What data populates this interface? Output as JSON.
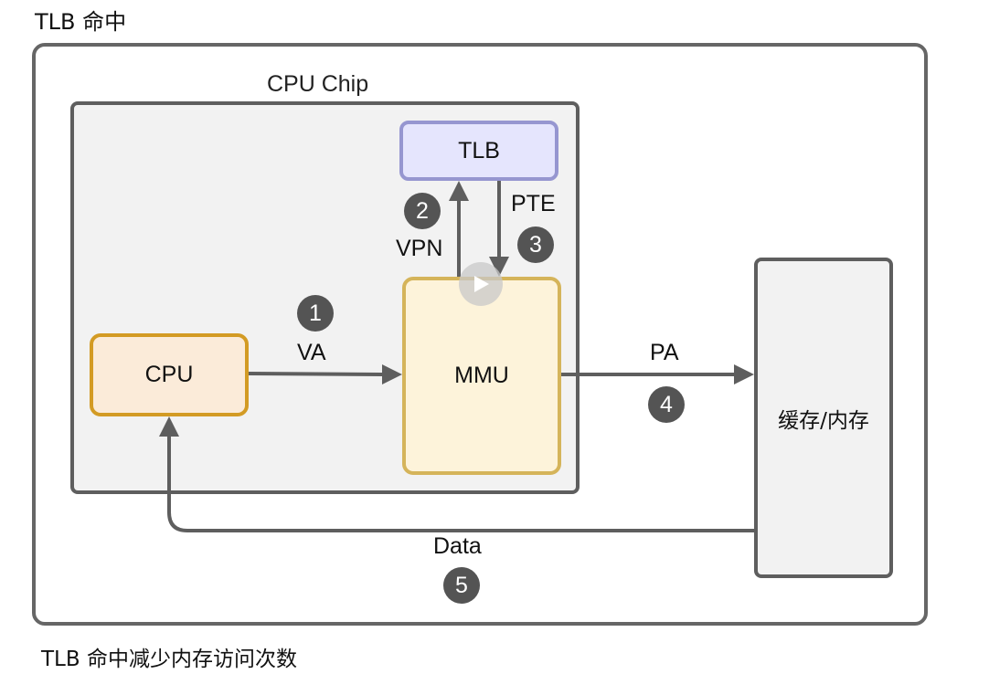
{
  "title": "TLB 命中",
  "caption": "TLB 命中减少内存访问次数",
  "diagram": {
    "container_label": "CPU Chip",
    "nodes": {
      "tlb": "TLB",
      "cpu": "CPU",
      "mmu": "MMU",
      "memory": "缓存/内存"
    },
    "edges": [
      {
        "step": "1",
        "label": "VA",
        "from": "CPU",
        "to": "MMU"
      },
      {
        "step": "2",
        "label": "VPN",
        "from": "MMU",
        "to": "TLB"
      },
      {
        "step": "3",
        "label": "PTE",
        "from": "TLB",
        "to": "MMU"
      },
      {
        "step": "4",
        "label": "PA",
        "from": "MMU",
        "to": "缓存/内存"
      },
      {
        "step": "5",
        "label": "Data",
        "from": "缓存/内存",
        "to": "CPU"
      }
    ]
  },
  "colors": {
    "tlb_fill": "#e5e5fd",
    "tlb_border": "#9696d0",
    "cpu_fill": "#fbebd9",
    "cpu_border": "#d39b24",
    "mmu_fill": "#fdf3da",
    "mmu_border": "#d5b45a",
    "arrow": "#5e5e5e",
    "step_badge": "#545454"
  }
}
